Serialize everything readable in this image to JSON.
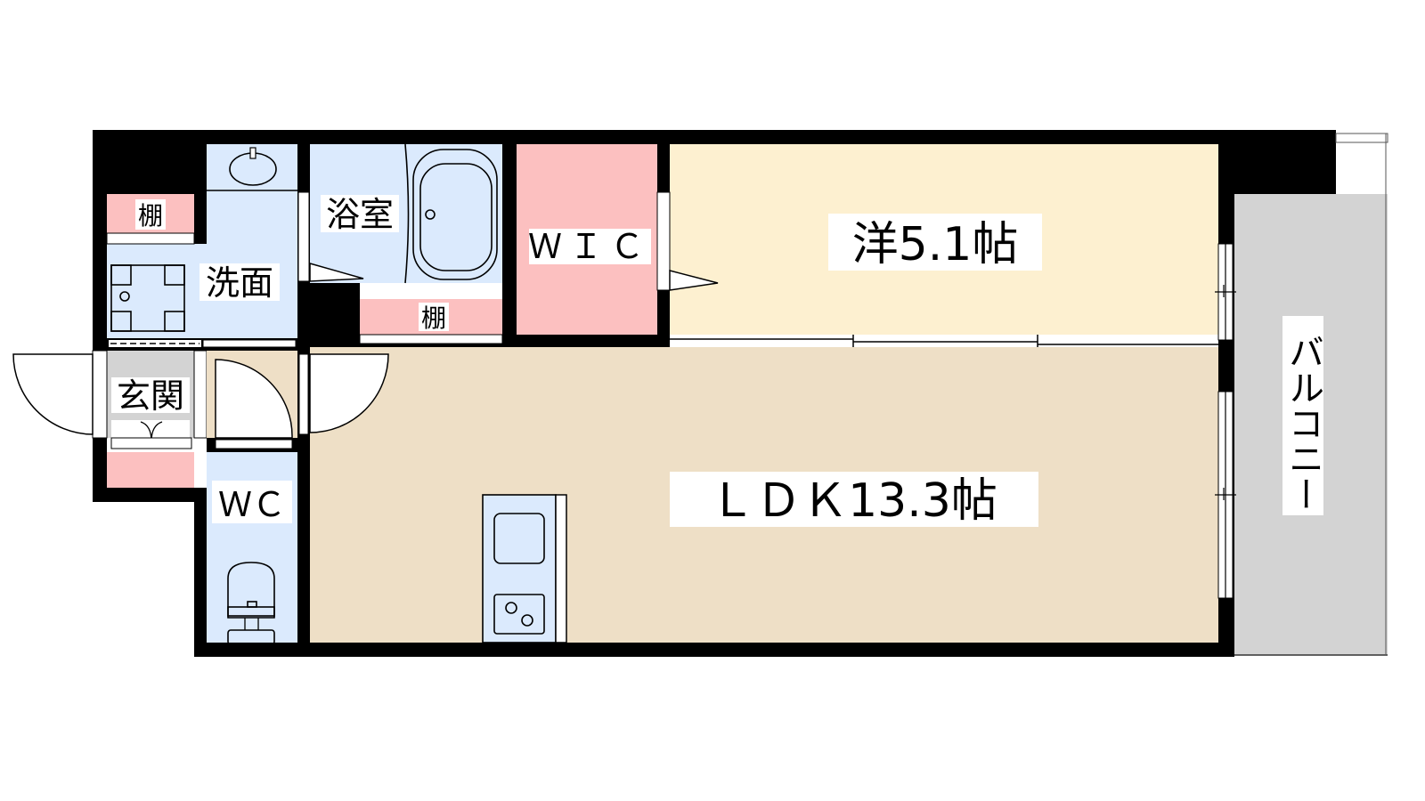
{
  "floorplan": {
    "colors": {
      "wall": "#000000",
      "wet_area": "#dbeafd",
      "storage": "#fcc0c0",
      "western_room": "#fdf0d0",
      "ldk": "#eedfc6",
      "balcony_entry": "#d3d3d3",
      "background": "#ffffff"
    },
    "rooms": {
      "western": {
        "label": "洋5.1帖",
        "type": "洋室",
        "size": "5.1帖"
      },
      "ldk": {
        "label": "ＬＤＫ13.3帖",
        "type": "LDK",
        "size": "13.3帖"
      },
      "wic": {
        "label": "ＷＩＣ"
      },
      "bath": {
        "label": "浴室"
      },
      "washroom": {
        "label": "洗面"
      },
      "entrance": {
        "label": "玄関"
      },
      "wc": {
        "label": "ＷＣ"
      },
      "balcony": {
        "label": "バルコニー"
      },
      "shelf_left": {
        "label": "棚"
      },
      "shelf_mid": {
        "label": "棚"
      }
    },
    "fixtures": [
      "washbasin-icon",
      "washing-machine-pan-icon",
      "bathtub-icon",
      "toilet-icon",
      "sink-icon",
      "stove-icon",
      "sliding-window-icon",
      "entry-door-swing-icon"
    ]
  }
}
